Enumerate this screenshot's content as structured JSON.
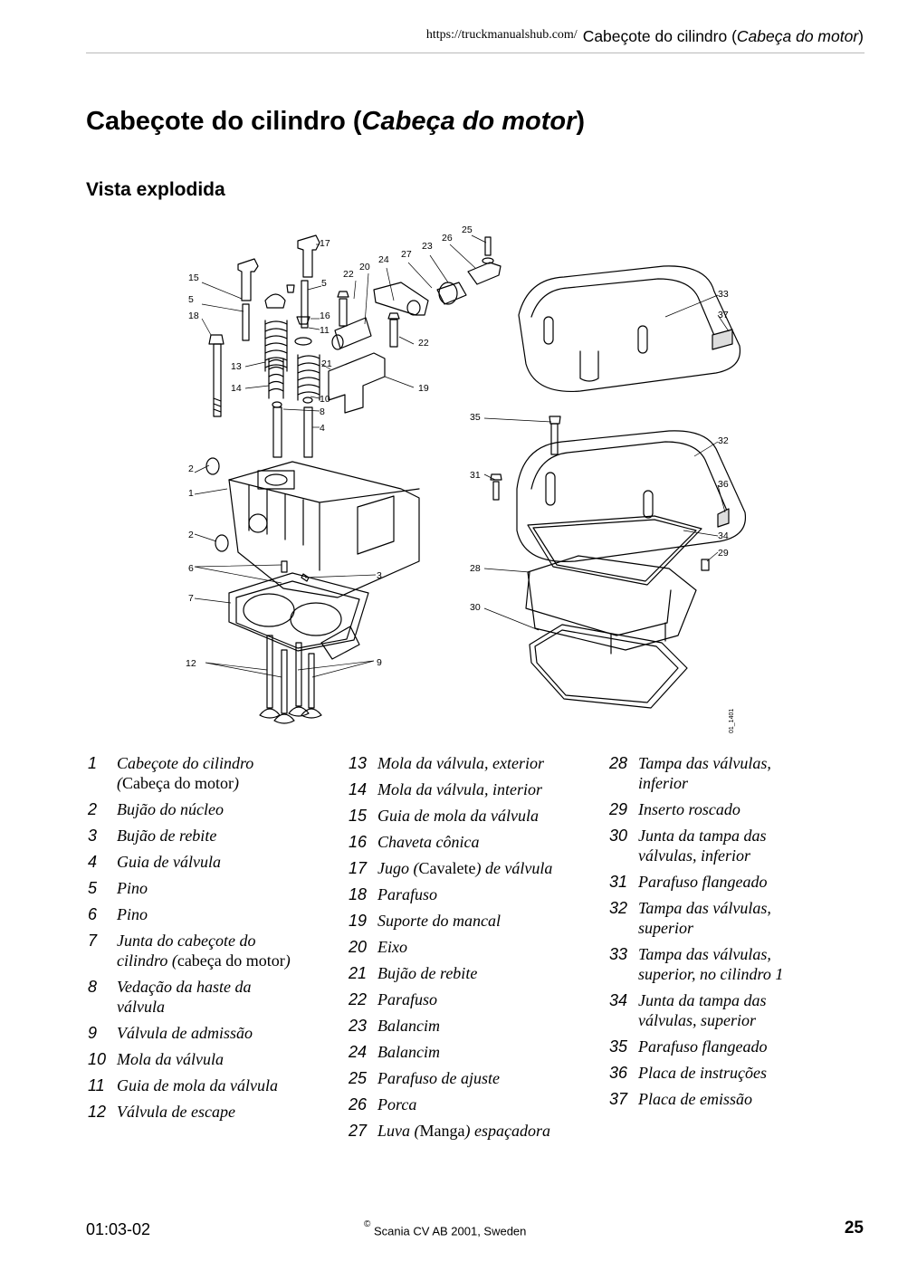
{
  "header": {
    "url": "https://truckmanualshub.com/",
    "title_prefix": "Cabeçote do cilindro (",
    "title_italic": "Cabeça do motor",
    "title_suffix": ")"
  },
  "page_title": {
    "prefix": "Cabeçote do cilindro (",
    "italic": "Cabeça do motor",
    "suffix": ")"
  },
  "section_title": "Vista explodida",
  "diagram": {
    "code": "01_1401",
    "labels": [
      "17",
      "15",
      "5",
      "18",
      "5",
      "16",
      "11",
      "13",
      "21",
      "14",
      "10",
      "8",
      "4",
      "2",
      "1",
      "2",
      "6",
      "7",
      "12",
      "22",
      "20",
      "24",
      "27",
      "23",
      "26",
      "25",
      "22",
      "19",
      "3",
      "9",
      "33",
      "37",
      "35",
      "32",
      "31",
      "36",
      "34",
      "29",
      "28",
      "30"
    ]
  },
  "legend": {
    "col1": [
      {
        "num": "1",
        "text": "Cabeçote do cilindro",
        "line2_a": "(",
        "line2_up": "Cabeça do motor",
        "line2_b": ")"
      },
      {
        "num": "2",
        "text": "Bujão do núcleo"
      },
      {
        "num": "3",
        "text": "Bujão de rebite"
      },
      {
        "num": "4",
        "text": "Guia de válvula"
      },
      {
        "num": "5",
        "text": "Pino"
      },
      {
        "num": "6",
        "text": "Pino"
      },
      {
        "num": "7",
        "text": "Junta do cabeçote do",
        "line2_a": "cilindro (",
        "line2_up": "cabeça do motor",
        "line2_b": ")"
      },
      {
        "num": "8",
        "text": "Vedação da haste da",
        "line2_a": "válvula"
      },
      {
        "num": "9",
        "text": "Válvula de admissão"
      },
      {
        "num": "10",
        "text": "Mola da válvula"
      },
      {
        "num": "11",
        "text": "Guia de mola da válvula"
      },
      {
        "num": "12",
        "text": "Válvula de escape"
      }
    ],
    "col2": [
      {
        "num": "13",
        "text": "Mola da válvula, exterior"
      },
      {
        "num": "14",
        "text": "Mola da válvula, interior"
      },
      {
        "num": "15",
        "text": "Guia de mola da válvula"
      },
      {
        "num": "16",
        "text": "Chaveta cônica"
      },
      {
        "num": "17",
        "text": "Jugo (",
        "up": "Cavalete",
        "text_b": ") de válvula"
      },
      {
        "num": "18",
        "text": "Parafuso"
      },
      {
        "num": "19",
        "text": "Suporte do mancal"
      },
      {
        "num": "20",
        "text": "Eixo"
      },
      {
        "num": "21",
        "text": "Bujão de rebite"
      },
      {
        "num": "22",
        "text": "Parafuso"
      },
      {
        "num": "23",
        "text": "Balancim"
      },
      {
        "num": "24",
        "text": "Balancim"
      },
      {
        "num": "25",
        "text": "Parafuso de ajuste"
      },
      {
        "num": "26",
        "text": "Porca"
      },
      {
        "num": "27",
        "text": "Luva (",
        "up": "Manga",
        "text_b": ") espaçadora"
      }
    ],
    "col3": [
      {
        "num": "28",
        "text": "Tampa das válvulas,",
        "line2_a": "inferior"
      },
      {
        "num": "29",
        "text": "Inserto roscado"
      },
      {
        "num": "30",
        "text": "Junta da tampa das",
        "line2_a": "válvulas, inferior"
      },
      {
        "num": "31",
        "text": "Parafuso flangeado"
      },
      {
        "num": "32",
        "text": "Tampa das válvulas,",
        "line2_a": "superior"
      },
      {
        "num": "33",
        "text": "Tampa das válvulas,",
        "line2_a": "superior, no cilindro 1"
      },
      {
        "num": "34",
        "text": "Junta da tampa das",
        "line2_a": "válvulas, superior"
      },
      {
        "num": "35",
        "text": "Parafuso flangeado"
      },
      {
        "num": "36",
        "text": "Placa de instruções"
      },
      {
        "num": "37",
        "text": "Placa de emissão"
      }
    ]
  },
  "footer": {
    "left": "01:03-02",
    "copyright": "©",
    "center": "Scania CV AB 2001, Sweden",
    "page": "25"
  }
}
